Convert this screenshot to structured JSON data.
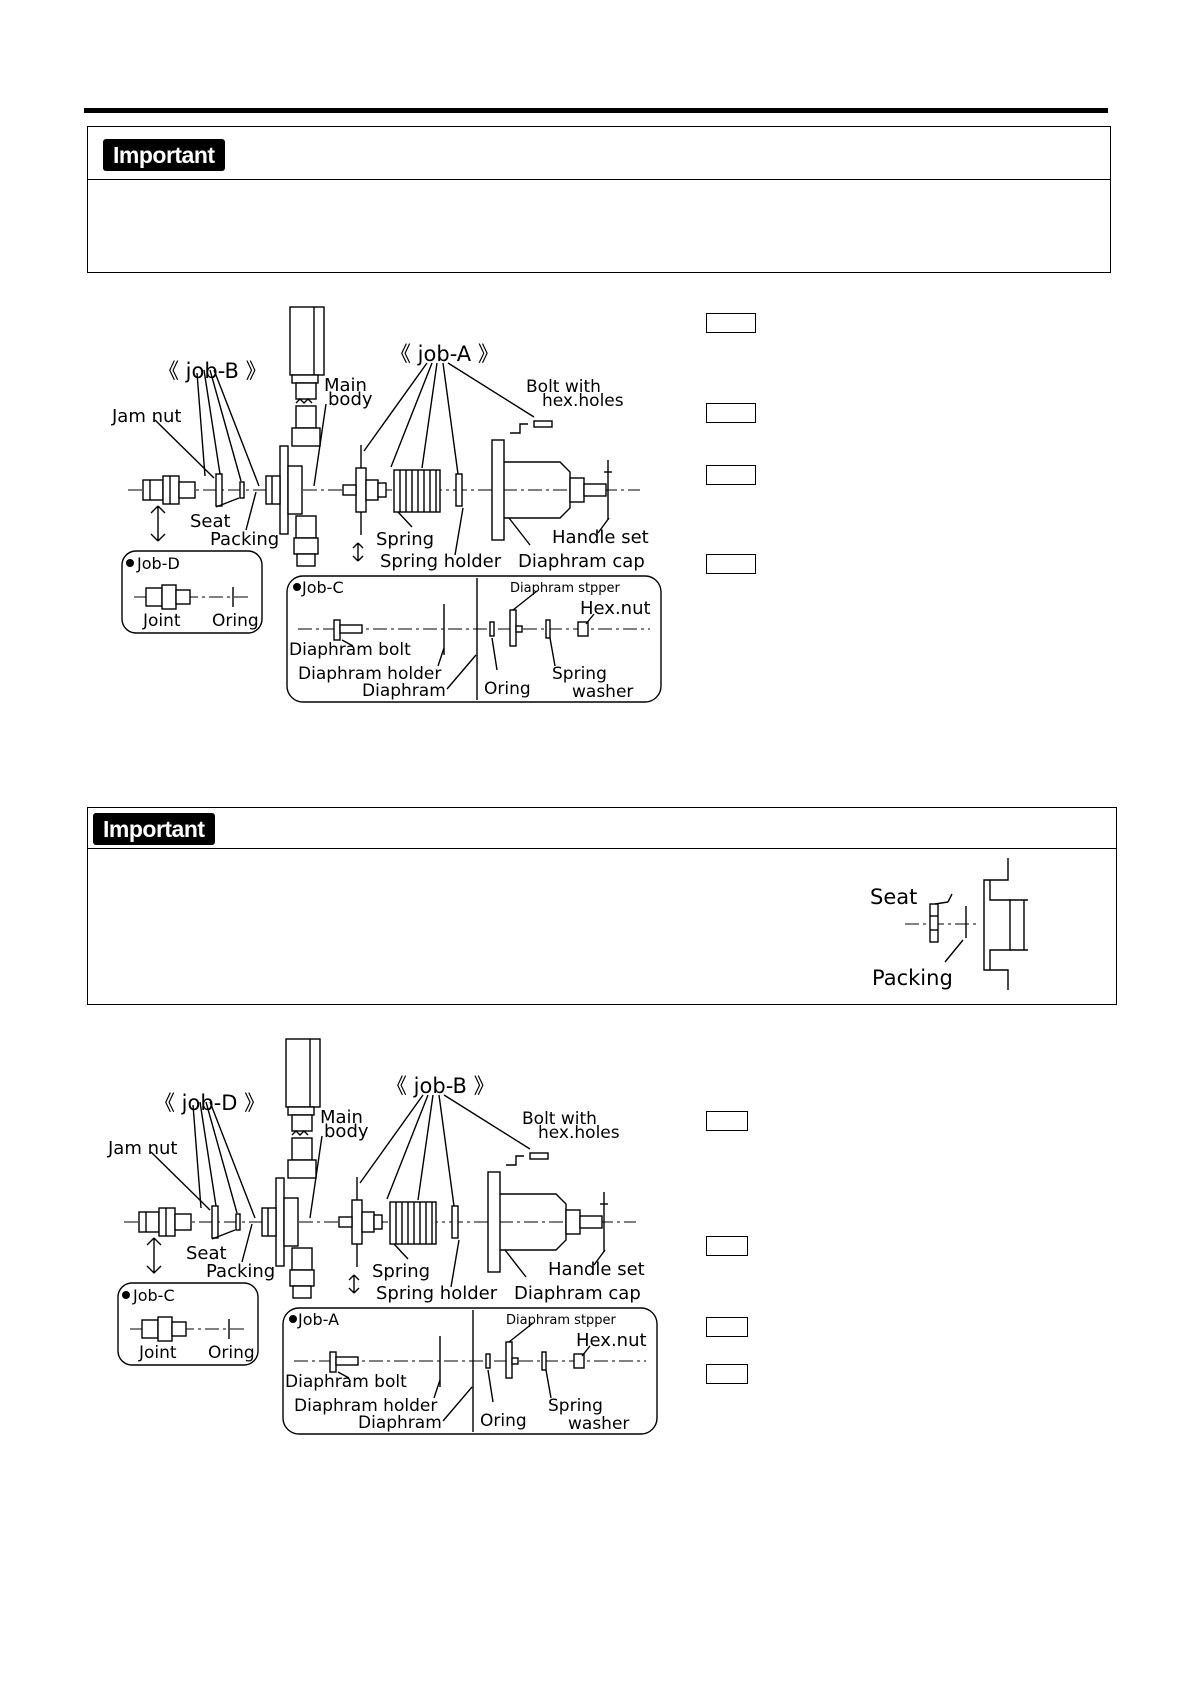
{
  "important_label": "Important",
  "diagram_top": {
    "job_a": "《 job-A 》",
    "job_b": "《 job-B 》",
    "main": "Main",
    "body": "body",
    "bolt_with": "Bolt with",
    "hex_holes": "hex.holes",
    "jam_nut": "Jam nut",
    "seat": "Seat",
    "packing": "Packing",
    "spring": "Spring",
    "spring_holder": "Spring holder",
    "diaphram_cap": "Diaphram cap",
    "handle_set": "Handle set",
    "inset_left_title": "Job-D",
    "joint": "Joint",
    "oring": "Oring",
    "inset_right_title": "Job-C",
    "diaphram_stpper": "Diaphram stpper",
    "hex_nut": "Hex.nut",
    "diaphram_bolt": "Diaphram bolt",
    "diaphram_holder": "Diaphram holder",
    "diaphram": "Diaphram",
    "oring2": "Oring",
    "spring_w": "Spring",
    "washer": "washer"
  },
  "seat_detail": {
    "seat": "Seat",
    "packing": "Packing"
  },
  "diagram_bottom": {
    "job_a": "《 job-B 》",
    "job_b": "《 job-D 》",
    "main": "Main",
    "body": "body",
    "bolt_with": "Bolt with",
    "hex_holes": "hex.holes",
    "jam_nut": "Jam nut",
    "seat": "Seat",
    "packing": "Packing",
    "spring": "Spring",
    "spring_holder": "Spring holder",
    "diaphram_cap": "Diaphram cap",
    "handle_set": "Handle set",
    "inset_left_title": "Job-C",
    "joint": "Joint",
    "oring": "Oring",
    "inset_right_title": "Job-A",
    "diaphram_stpper": "Diaphram stpper",
    "hex_nut": "Hex.nut",
    "diaphram_bolt": "Diaphram bolt",
    "diaphram_holder": "Diaphram holder",
    "diaphram": "Diaphram",
    "oring2": "Oring",
    "spring_w": "Spring",
    "washer": "washer"
  }
}
